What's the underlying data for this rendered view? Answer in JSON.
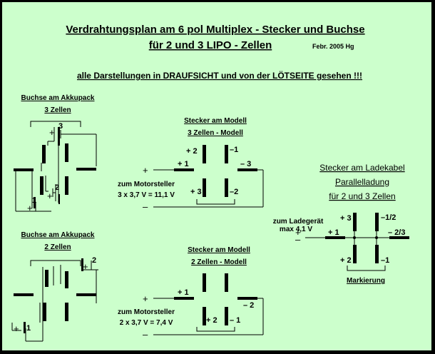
{
  "header": {
    "title": "Verdrahtungsplan am 6 pol  Multiplex - Stecker und Buchse",
    "subtitle": "für 2  und 3  LIPO - Zellen",
    "date": "Febr. 2005  Hg",
    "note": "alle Darstellungen in  DRAUFSICHT und von der LÖTSEITE gesehen  !!!"
  },
  "buchse3": {
    "title": "Buchse am Akkupack",
    "subtitle": "3 Zellen",
    "cell_top": "3",
    "cell_mid": "2",
    "cell_bot": "1",
    "plus": "+"
  },
  "buchse2": {
    "title": "Buchse am Akkupack",
    "subtitle": "2 Zellen",
    "cell_top": "2",
    "cell_bot": "1",
    "plus": "+"
  },
  "stecker3": {
    "title": "Stecker  am Modell",
    "subtitle": "3 Zellen - Modell",
    "pins": [
      "+ 2",
      "+ 1",
      "+ 3",
      "–1",
      "– 3",
      "–2"
    ],
    "plus": "+",
    "minus": "–",
    "motor1": "zum Motorsteller",
    "motor2": "3 x 3,7 V = 11,1 V"
  },
  "stecker2": {
    "title": "Stecker  am Modell",
    "subtitle": "2 Zellen - Modell",
    "pins": [
      "+ 1",
      "– 2",
      "+ 2",
      "– 1"
    ],
    "plus": "+",
    "minus": "–",
    "motor1": "zum Motorsteller",
    "motor2": "2 x 3,7 V = 7,4 V"
  },
  "ladekabel": {
    "title1": "Stecker  am Ladekabel",
    "title2": "Parallelladung",
    "title3": "für 2 und 3  Zellen",
    "charger1": "zum Ladegerät",
    "charger2": "max 4,1 V",
    "pins": [
      "+ 3",
      "+ 1",
      "+ 2",
      "–1/2",
      "–  2/3",
      "–1"
    ],
    "plus": "+",
    "minus": "–",
    "marking": "Markierung"
  },
  "colors": {
    "background": "#ccffcc",
    "border": "#000000",
    "ink": "#000000"
  }
}
